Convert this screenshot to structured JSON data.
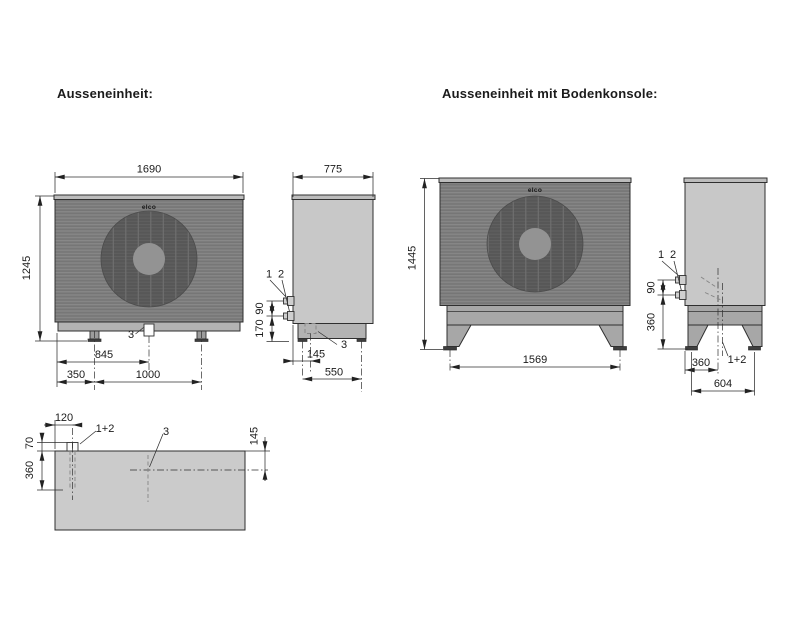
{
  "titles": {
    "outdoor_unit": "Ausseneinheit:",
    "outdoor_unit_with_console": "Ausseneinheit mit Bodenkonsole:"
  },
  "brand": "elco",
  "unit": {
    "front": {
      "width": "1690",
      "height": "1245",
      "drain_from_left": "845",
      "first_foot_from_left": "350",
      "foot_pitch": "1000"
    },
    "side": {
      "depth": "775",
      "pipe_spacing": "90",
      "pipe_height_above_ground": "170",
      "drain_from_front": "145",
      "foot_pitch": "550"
    }
  },
  "unit_with_console": {
    "front": {
      "height": "1445",
      "foot_pitch": "1569"
    },
    "side": {
      "pipe_spacing": "90",
      "pipe_height_above_ground": "360",
      "pipes_from_front": "360",
      "foot_pitch": "604"
    }
  },
  "plan": {
    "pipes_from_left": "120",
    "pipes_in_front": "70",
    "pipes_depth": "360",
    "drain_from_front": "145"
  },
  "callouts": {
    "pipe1": "1",
    "pipe2": "2",
    "pipes": "1+2",
    "drain": "3"
  },
  "colors": {
    "line": "#2f2f2f",
    "front_panel": "#7b7b7b",
    "side_panel": "#c8c8c8",
    "console": "#a7a7a7",
    "slab": "#cbcbcb"
  }
}
